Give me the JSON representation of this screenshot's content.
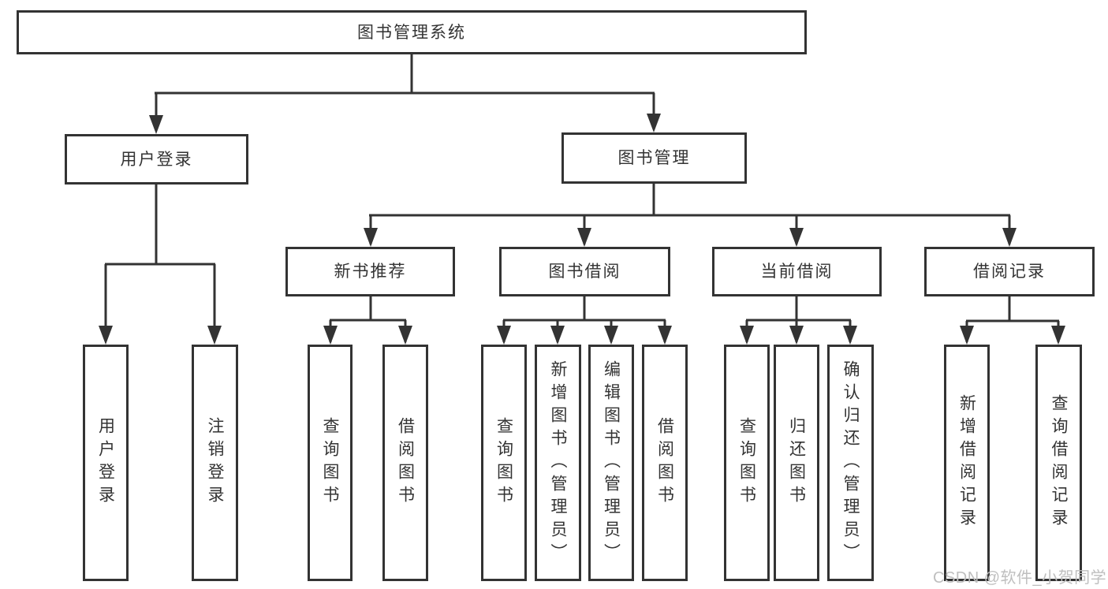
{
  "tree": {
    "label": "图书管理系统",
    "children": [
      {
        "label": "用户登录",
        "children": [
          {
            "label": "用户登录"
          },
          {
            "label": "注销登录"
          }
        ]
      },
      {
        "label": "图书管理",
        "children": [
          {
            "label": "新书推荐",
            "children": [
              {
                "label": "查询图书"
              },
              {
                "label": "借阅图书"
              }
            ]
          },
          {
            "label": "图书借阅",
            "children": [
              {
                "label": "查询图书"
              },
              {
                "label": "新增图书（管理员）"
              },
              {
                "label": "编辑图书（管理员）"
              },
              {
                "label": "借阅图书"
              }
            ]
          },
          {
            "label": "当前借阅",
            "children": [
              {
                "label": "查询图书"
              },
              {
                "label": "归还图书"
              },
              {
                "label": "确认归还（管理员）"
              }
            ]
          },
          {
            "label": "借阅记录",
            "children": [
              {
                "label": "新增借阅记录"
              },
              {
                "label": "查询借阅记录"
              }
            ]
          }
        ]
      }
    ]
  },
  "watermark": "CSDN @软件_小贺同学",
  "colors": {
    "line": "#333333",
    "text": "#333333",
    "watermark": "#bfbfbf",
    "background": "#ffffff"
  }
}
